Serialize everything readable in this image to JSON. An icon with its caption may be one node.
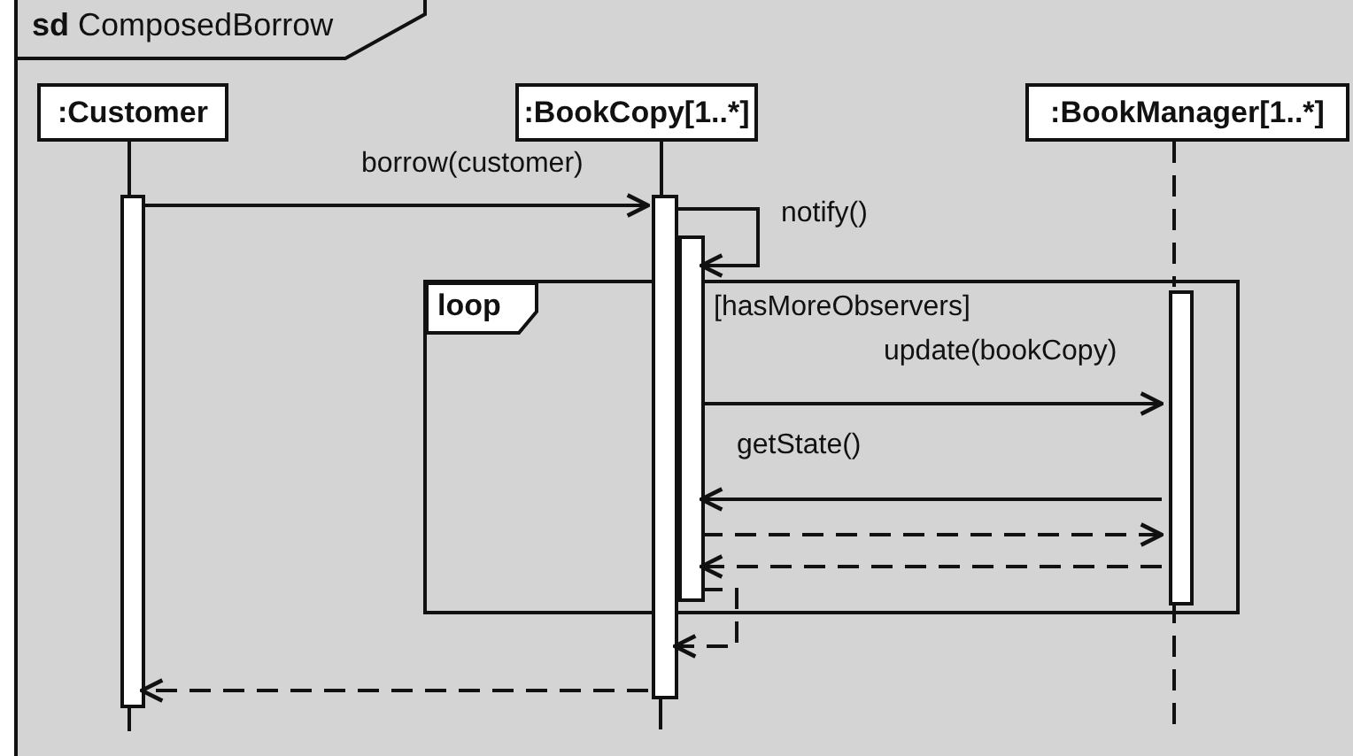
{
  "diagram": {
    "nodes": [
      {
        "text": [
          "**sd** ComposedBorrow"
        ]
      },
      {
        "text": [
          ":Customer"
        ],
        "in": 0
      },
      {
        "text": [
          ":BookCopy[1..*]"
        ],
        "in": 0
      },
      {
        "text": [
          ":BookManager[1..*]"
        ],
        "in": 0
      },
      {
        "text": [
          "loop",
          "[hasMoreObservers]"
        ],
        "in": 0
      },
      {
        "text": [],
        "shape": "bar",
        "in": 0
      },
      {
        "text": [],
        "shape": "bar",
        "in": 0
      },
      {
        "text": [],
        "shape": "bar",
        "in": 0
      },
      {
        "text": [],
        "shape": "bar",
        "in": 4
      }
    ],
    "edges": [
      {
        "from": 1,
        "to": 5,
        "arrow": "none"
      },
      {
        "from": 2,
        "to": 6,
        "arrow": "none"
      },
      {
        "from": 3,
        "to": 8,
        "arrow": "none",
        "style": "dashed"
      },
      {
        "from": 5,
        "to": 6,
        "arrow": "to",
        "label": "borrow(customer)"
      },
      {
        "from": 6,
        "to": 7,
        "arrow": "to",
        "label": "notify()"
      },
      {
        "from": 7,
        "to": 8,
        "arrow": "to",
        "label": "update(bookCopy)"
      },
      {
        "from": 8,
        "to": 7,
        "arrow": "to",
        "label": "getState()"
      },
      {
        "from": 7,
        "to": 8,
        "arrow": "to",
        "style": "dashed"
      },
      {
        "from": 8,
        "to": 7,
        "arrow": "to",
        "style": "dashed"
      },
      {
        "from": 7,
        "to": 6,
        "arrow": "to",
        "style": "dashed"
      },
      {
        "from": 6,
        "to": 5,
        "arrow": "to",
        "style": "dashed"
      }
    ]
  }
}
